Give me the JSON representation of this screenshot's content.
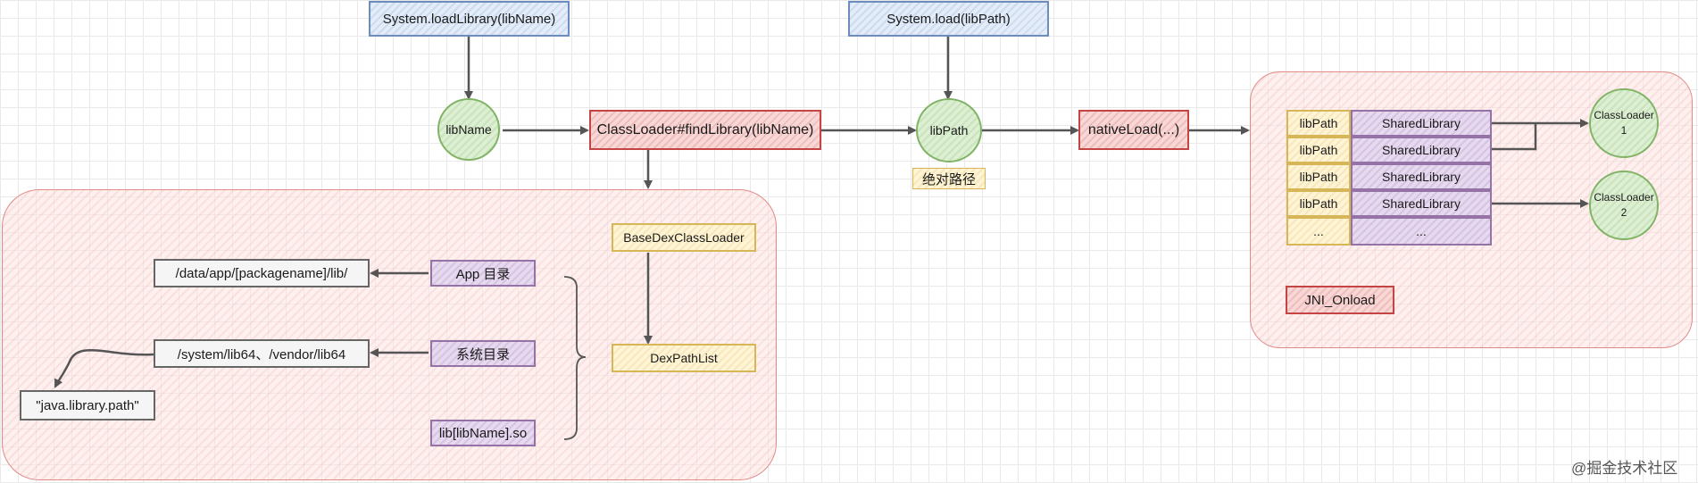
{
  "top": {
    "load_library": "System.loadLibrary(libName)",
    "load": "System.load(libPath)"
  },
  "flow": {
    "lib_name": "libName",
    "find_library": "ClassLoader#findLibrary(libName)",
    "lib_path": "libPath",
    "absolute_path": "绝对路径",
    "native_load": "nativeLoad(...)"
  },
  "left_region": {
    "app_path": "/data/app/[packagename]/lib/",
    "app_dir": "App 目录",
    "system_path": "/system/lib64、/vendor/lib64",
    "system_dir": "系统目录",
    "java_library_path": "\"java.library.path\"",
    "lib_so": "lib[libName].so",
    "base_dex": "BaseDexClassLoader",
    "dex_path_list": "DexPathList"
  },
  "right_region": {
    "rows": [
      {
        "path": "libPath",
        "lib": "SharedLibrary"
      },
      {
        "path": "libPath",
        "lib": "SharedLibrary"
      },
      {
        "path": "libPath",
        "lib": "SharedLibrary"
      },
      {
        "path": "libPath",
        "lib": "SharedLibrary"
      },
      {
        "path": "...",
        "lib": "..."
      }
    ],
    "classloader1": {
      "line1": "ClassLoader",
      "line2": "1"
    },
    "classloader2": {
      "line1": "ClassLoader",
      "line2": "2"
    },
    "jni_onload": "JNI_Onload"
  },
  "watermark": "@掘金技术社区",
  "colors": {
    "blue": "#6c8ebf",
    "red": "#c54545",
    "purple": "#9673a6",
    "yellow": "#d6b656",
    "green": "#82b366",
    "region": "#e08a86"
  }
}
